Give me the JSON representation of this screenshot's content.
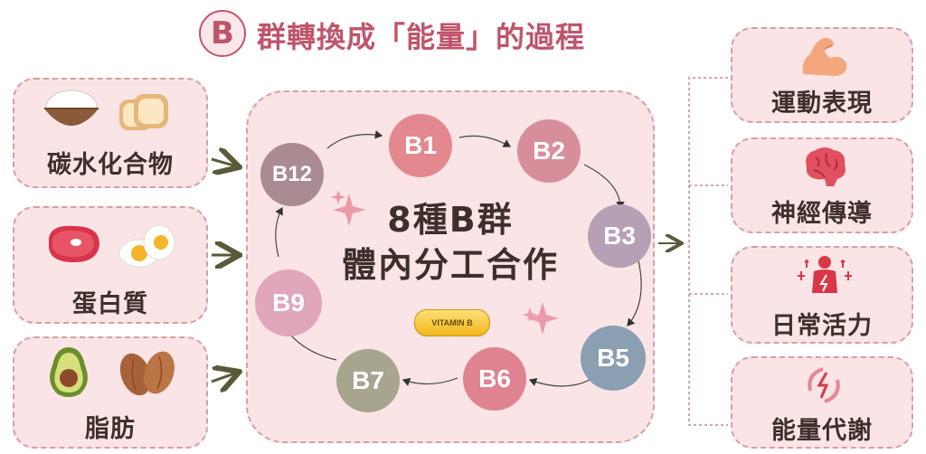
{
  "title": {
    "badge": "B",
    "text": "群轉換成「能量」的過程"
  },
  "inputs": [
    {
      "label": "碳水化合物",
      "icons": [
        "rice-bowl-icon",
        "bread-icon"
      ]
    },
    {
      "label": "蛋白質",
      "icons": [
        "steak-icon",
        "boiled-egg-icon"
      ]
    },
    {
      "label": "脂肪",
      "icons": [
        "avocado-icon",
        "almond-icon"
      ]
    }
  ],
  "center": {
    "line1": "8種B群",
    "line2": "體內分工合作",
    "pill": "VITAMIN B"
  },
  "cycle": [
    {
      "label": "B1",
      "color": "#e3888e"
    },
    {
      "label": "B2",
      "color": "#d68f9a"
    },
    {
      "label": "B3",
      "color": "#b5a0b5"
    },
    {
      "label": "B5",
      "color": "#8a9fb2"
    },
    {
      "label": "B6",
      "color": "#e08390"
    },
    {
      "label": "B7",
      "color": "#a8a58e"
    },
    {
      "label": "B9",
      "color": "#e0a6bc"
    },
    {
      "label": "B12",
      "color": "#a98b91"
    }
  ],
  "outputs": [
    {
      "label": "運動表現",
      "icon": "flexed-arm-icon"
    },
    {
      "label": "神經傳導",
      "icon": "brain-icon"
    },
    {
      "label": "日常活力",
      "icon": "energetic-person-icon"
    },
    {
      "label": "能量代謝",
      "icon": "energy-cycle-icon"
    }
  ],
  "colors": {
    "box_fill": "#fbe4e5",
    "box_border": "#d3a0a4",
    "accent": "#c0546a",
    "arrow": "#5a5a3a"
  }
}
